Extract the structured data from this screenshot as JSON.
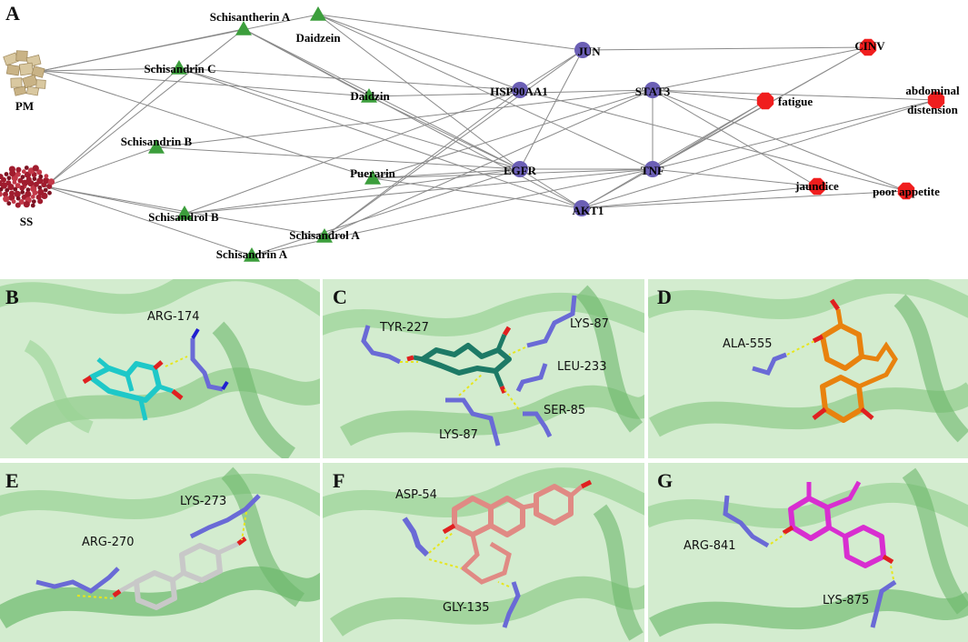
{
  "panel_a": {
    "letter": "A",
    "herbs": [
      {
        "id": "pm",
        "label": "PM"
      },
      {
        "id": "ss",
        "label": "SS"
      }
    ],
    "compounds": [
      {
        "id": "schisantherin_a",
        "label": "Schisantherin  A"
      },
      {
        "id": "daidzein",
        "label": "Daidzein"
      },
      {
        "id": "schisandrin_c",
        "label": "Schisandrin C"
      },
      {
        "id": "daidzin",
        "label": "Daidzin"
      },
      {
        "id": "schisandrin_b",
        "label": "Schisandrin B"
      },
      {
        "id": "puerarin",
        "label": "Puerarin"
      },
      {
        "id": "schisandrol_b",
        "label": "Schisandrol B"
      },
      {
        "id": "schisandrol_a",
        "label": "Schisandrol A"
      },
      {
        "id": "schisandrin_a",
        "label": "Schisandrin A"
      }
    ],
    "targets": [
      {
        "id": "jun",
        "label": "JUN"
      },
      {
        "id": "hsp90aa1",
        "label": "HSP90AA1"
      },
      {
        "id": "stat3",
        "label": "STAT3"
      },
      {
        "id": "egfr",
        "label": "EGFR"
      },
      {
        "id": "tnf",
        "label": "TNF"
      },
      {
        "id": "akt1",
        "label": "AKT1"
      }
    ],
    "symptoms": [
      {
        "id": "cinv",
        "label": "CINV"
      },
      {
        "id": "fatigue",
        "label": "fatigue"
      },
      {
        "id": "abdominal_distension",
        "label": "abdominal distension",
        "line1": "abdominal",
        "line2": "distension"
      },
      {
        "id": "jaundice",
        "label": "jaundice"
      },
      {
        "id": "poor_appetite",
        "label": "poor appetite"
      }
    ],
    "colors": {
      "compound": "#3c9e3c",
      "target": "#6b5fb5",
      "symptom": "#f01e1e",
      "edge": "#8a8a8a",
      "pm_herb": "#d9c8a0",
      "ss_herb": "#a01c2e"
    }
  },
  "docking_panels": [
    {
      "letter": "B",
      "residues": [
        "ARG-174"
      ],
      "ligand_color": "#1ec8c8"
    },
    {
      "letter": "C",
      "residues": [
        "TYR-227",
        "LYS-87",
        "LEU-233",
        "SER-85",
        "LYS-87"
      ],
      "ligand_color": "#1d7a66"
    },
    {
      "letter": "D",
      "residues": [
        "ALA-555"
      ],
      "ligand_color": "#e8820e"
    },
    {
      "letter": "E",
      "residues": [
        "LYS-273",
        "ARG-270"
      ],
      "ligand_color": "#c8c8c8"
    },
    {
      "letter": "F",
      "residues": [
        "ASP-54",
        "GLY-135"
      ],
      "ligand_color": "#e08a84"
    },
    {
      "letter": "G",
      "residues": [
        "ARG-841",
        "LYS-875"
      ],
      "ligand_color": "#d82ed0"
    }
  ],
  "docking_colors": {
    "protein_bg": "#cfe8cc",
    "protein_cartoon": "#5cb35c",
    "residue_stick": "#6a6ad6",
    "hbond": "#e6e61e",
    "oxygen": "#e02020",
    "nitrogen": "#2020d0"
  }
}
